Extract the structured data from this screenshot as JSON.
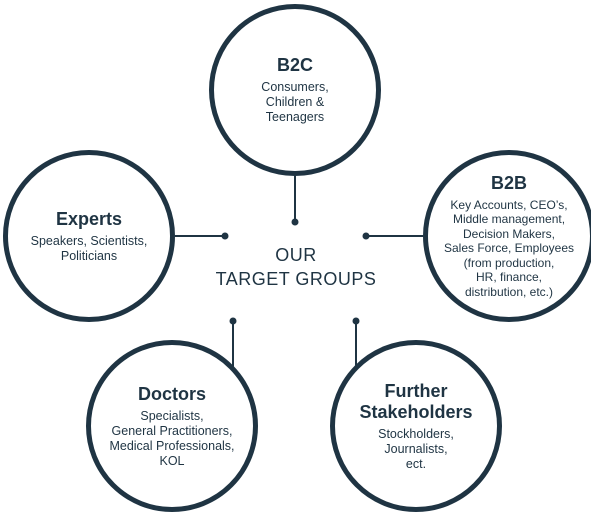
{
  "center": {
    "text": "OUR\nTARGET GROUPS"
  },
  "groups": {
    "b2c": {
      "title": "B2C",
      "description": "Consumers,\nChildren &\nTeenagers"
    },
    "experts": {
      "title": "Experts",
      "description": "Speakers, Scientists,\nPoliticians"
    },
    "b2b": {
      "title": "B2B",
      "description": "Key Accounts, CEO’s,\nMiddle management,\nDecision Makers,\nSales Force, Employees\n(from production,\nHR, finance,\ndistribution, etc.)"
    },
    "doctors": {
      "title": "Doctors",
      "description": "Specialists,\nGeneral Practitioners,\nMedical Professionals,\nKOL"
    },
    "further": {
      "title": "Further\nStakeholders",
      "description": "Stockholders,\nJournalists,\nect."
    }
  },
  "colors": {
    "primary": "#1f3443",
    "background": "#ffffff"
  }
}
